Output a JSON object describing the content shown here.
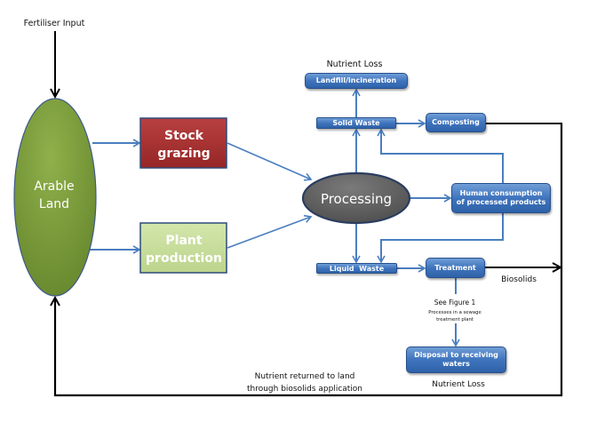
{
  "diagram": {
    "fertiliser_input": "Fertiliser Input",
    "arable_land": "Arable\nLand",
    "arable_land_line1": "Arable",
    "arable_land_line2": "Land",
    "stock_grazing_line1": "Stock",
    "stock_grazing_line2": "grazing",
    "plant_production_line1": "Plant",
    "plant_production_line2": "production",
    "processing": "Processing",
    "nutrient_loss_top": "Nutrient Loss",
    "landfill": "Landfill/incineration",
    "solid_waste": "Solid Waste",
    "composting": "Composting",
    "human_consumption_line1": "Human consumption",
    "human_consumption_line2": "of processed products",
    "liquid_waste": "Liquid  Waste",
    "treatment": "Treatment",
    "biosolids": "Biosolids",
    "see_figure": "See Figure 1",
    "see_figure_sub_line1": "Processes in a sewage",
    "see_figure_sub_line2": "treatment plant",
    "disposal_line1": "Disposal to receiving",
    "disposal_line2": "waters",
    "nutrient_loss_bottom": "Nutrient Loss",
    "returned_line1": "Nutrient returned to land",
    "returned_line2": "through biosolids application",
    "colors": {
      "arable_land": "#76983a",
      "stock_grazing": "#a83232",
      "plant_production": "#c6dc9a",
      "processing": "#5f5f5f",
      "blue_node": "#3f74bd",
      "blue_arrow": "#4a7ebf",
      "black_arrow": "#000000"
    }
  }
}
